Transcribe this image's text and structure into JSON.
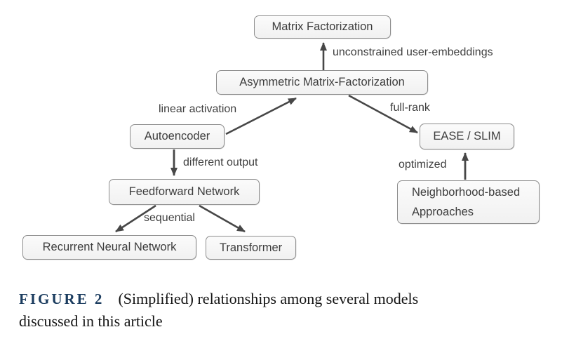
{
  "figure": {
    "nodes": {
      "mf": {
        "label": "Matrix Factorization"
      },
      "amf": {
        "label": "Asymmetric Matrix-Factorization"
      },
      "autoencoder": {
        "label": "Autoencoder"
      },
      "ease": {
        "label": "EASE / SLIM"
      },
      "ffn": {
        "label": "Feedforward Network"
      },
      "neighborhood": {
        "label": "Neighborhood-based Approaches"
      },
      "rnn": {
        "label": "Recurrent Neural Network"
      },
      "transformer": {
        "label": "Transformer"
      }
    },
    "edges": {
      "amf_to_mf": {
        "label": "unconstrained user-embeddings"
      },
      "autoencoder_to_amf": {
        "label": "linear activation"
      },
      "amf_to_ease": {
        "label": "full-rank"
      },
      "autoencoder_to_ffn": {
        "label": "different output"
      },
      "neighborhood_to_ease": {
        "label": "optimized"
      },
      "ffn_to_sequential": {
        "label": "sequential"
      }
    },
    "colors": {
      "box_fill": "#f4f4f4",
      "box_border": "#8d8d8d",
      "box_text": "#3d3d3d",
      "arrow": "#474747",
      "caption_label": "#1b3c5f"
    }
  },
  "caption": {
    "label": "FIGURE 2",
    "line1": "(Simplified) relationships among several models",
    "line2": "discussed in this article"
  }
}
